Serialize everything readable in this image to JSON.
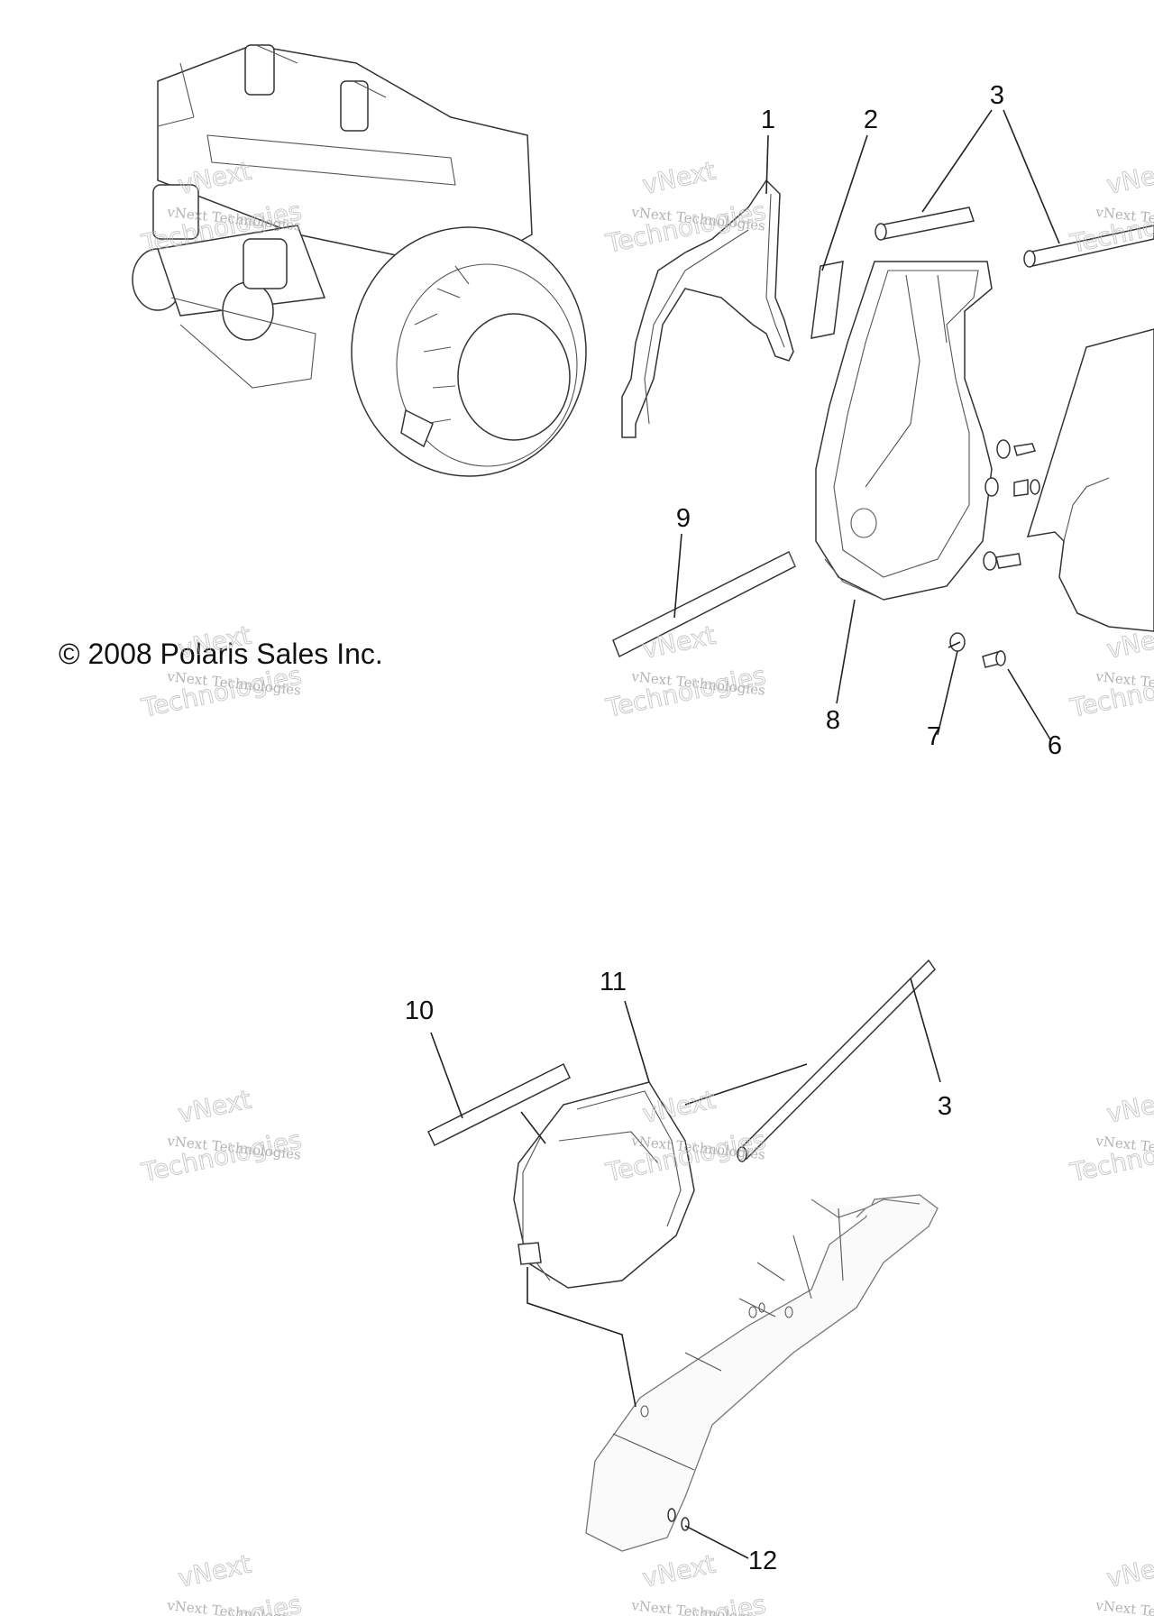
{
  "copyright": "© 2008 Polaris Sales Inc.",
  "watermark": {
    "line1": "vNext Technologies",
    "line2": "Technologies",
    "line3": "vNext"
  },
  "callouts": [
    "1",
    "2",
    "3",
    "6",
    "7",
    "8",
    "9",
    "10",
    "11",
    "3",
    "12"
  ],
  "colors": {
    "line": "#222222",
    "background": "#ffffff",
    "watermark": "#9a9a9a"
  }
}
